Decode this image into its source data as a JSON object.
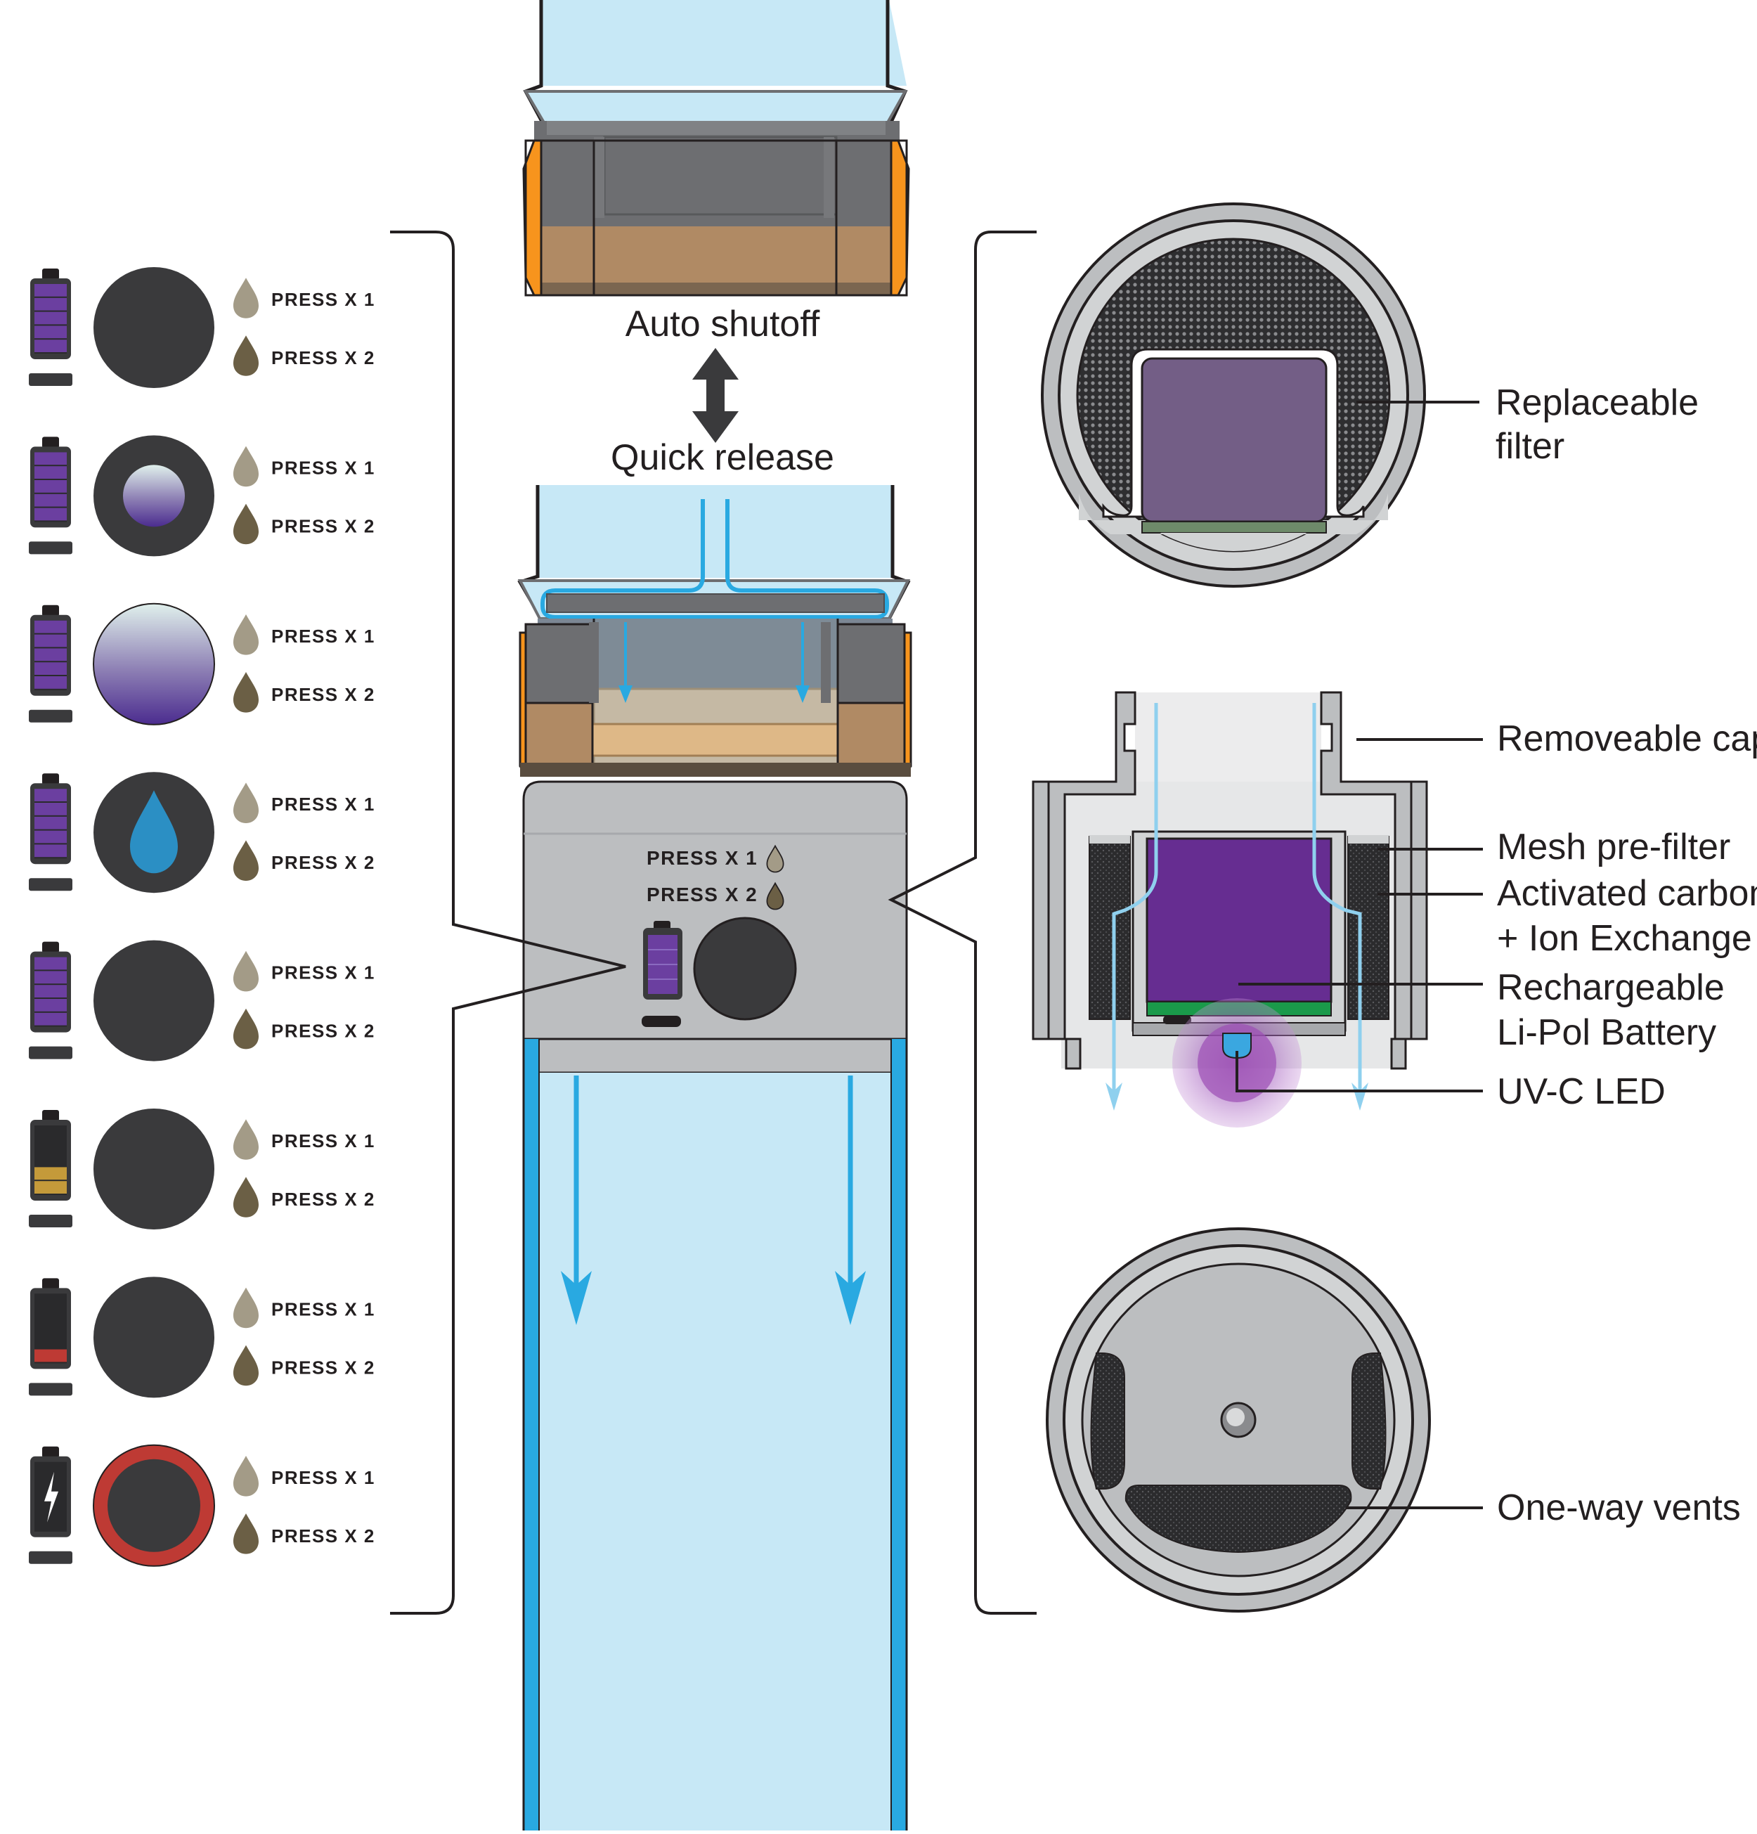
{
  "center": {
    "auto_shutoff": "Auto shutoff",
    "quick_release": "Quick release",
    "press_x1": "PRESS X 1",
    "press_x2": "PRESS X 2"
  },
  "callouts": {
    "replaceable_filter": [
      "Replaceable",
      "filter"
    ],
    "removeable_cap": "Removeable cap",
    "mesh_prefilter": "Mesh pre-filter",
    "activated_carbon": [
      "Activated carbon",
      "+ Ion Exchange"
    ],
    "battery": [
      "Rechargeable",
      "Li-Pol Battery"
    ],
    "uvc_led": "UV-C LED",
    "vents": "One-way vents"
  },
  "status_rows": [
    {
      "battery": "full",
      "indicator": "dark",
      "press_x1": "PRESS X 1",
      "press_x2": "PRESS X 2"
    },
    {
      "battery": "full",
      "indicator": "small-glow",
      "press_x1": "PRESS X 1",
      "press_x2": "PRESS X 2"
    },
    {
      "battery": "full",
      "indicator": "full-glow",
      "press_x1": "PRESS X 1",
      "press_x2": "PRESS X 2"
    },
    {
      "battery": "full",
      "indicator": "water-drop",
      "press_x1": "PRESS X 1",
      "press_x2": "PRESS X 2"
    },
    {
      "battery": "full",
      "indicator": "dark",
      "press_x1": "PRESS X 1",
      "press_x2": "PRESS X 2"
    },
    {
      "battery": "medium",
      "indicator": "dark",
      "press_x1": "PRESS X 1",
      "press_x2": "PRESS X 2"
    },
    {
      "battery": "low",
      "indicator": "dark",
      "press_x1": "PRESS X 1",
      "press_x2": "PRESS X 2"
    },
    {
      "battery": "charging",
      "indicator": "red-ring",
      "press_x1": "PRESS X 1",
      "press_x2": "PRESS X 2"
    }
  ],
  "colors": {
    "water": "#c7e8f6",
    "water_blue": "#29a9e1",
    "orange": "#f7941d",
    "dark_gray": "#6d6e71",
    "light_gray": "#bcbec0",
    "tan": "#b08a64",
    "purple": "#662d91",
    "battery_purple": "#6b3fa0",
    "battery_yellow": "#c49a3a",
    "battery_red": "#be3a34",
    "indicator_dark": "#3a3a3c",
    "drop_light": "#a39b87",
    "drop_dark": "#6b5f45"
  }
}
